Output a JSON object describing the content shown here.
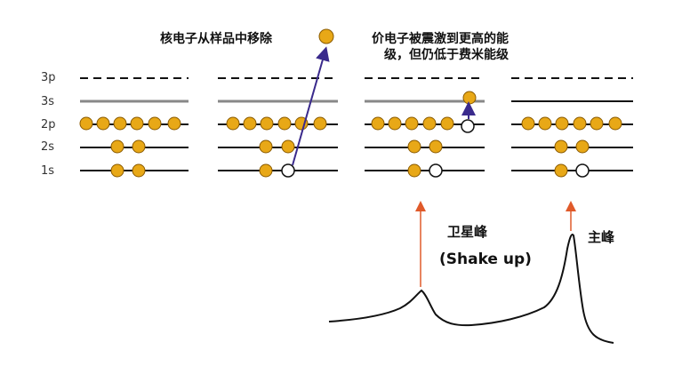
{
  "levels": [
    "3p",
    "3s",
    "2p",
    "2s",
    "1s"
  ],
  "captions": {
    "core_removed": "核电子从样品中移除",
    "valence_excited_line1": "价电子被震激到更高的能",
    "valence_excited_line2": "级，但仍低于费米能级",
    "satellite_peak": "卫星峰",
    "shake_up": "(Shake up)",
    "main_peak": "主峰"
  },
  "colors": {
    "electron_fill": "#e8a817",
    "electron_stroke": "#8a5a00",
    "level_line": "#111111",
    "highlight_level": "#888888",
    "ejection_arrow": "#3a2a8c",
    "peak_marker": "#e05a2a",
    "spectrum": "#111111"
  }
}
